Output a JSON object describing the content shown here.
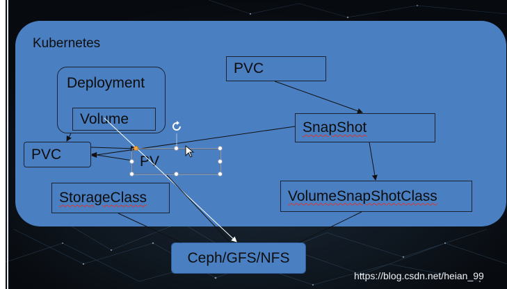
{
  "diagram": {
    "container_label": "Kubernetes",
    "deployment": {
      "label": "Deployment",
      "volume_label": "Volume"
    },
    "nodes": {
      "pvc_top": "PVC",
      "snapshot": "SnapShot",
      "pvc_left": "PVC",
      "pv": "PV",
      "storage_class": "StorageClass",
      "volume_snapshot_class": "VolumeSnapShotClass",
      "storage_backend": "Ceph/GFS/NFS"
    },
    "edges": [
      {
        "from": "PVC",
        "to": "SnapShot"
      },
      {
        "from": "SnapShot",
        "to": "VolumeSnapShotClass"
      },
      {
        "from": "SnapShot",
        "to": "PVC (left)"
      },
      {
        "from": "PV",
        "to": "PVC (left)"
      },
      {
        "from": "PVC (left)",
        "to": "PV"
      },
      {
        "from": "Volume",
        "to": "Ceph/GFS/NFS"
      },
      {
        "from": "StorageClass",
        "to": "Ceph/GFS/NFS"
      },
      {
        "from": "VolumeSnapShotClass",
        "to": "Ceph/GFS/NFS"
      }
    ]
  },
  "watermark": "https://blog.csdn.net/heian_99",
  "colors": {
    "panel": "#4a7fc2",
    "border": "#1c2230",
    "background": "#0b0f14",
    "spellcheck_underline": "#d9372f",
    "selection_handle_active": "#f2a541"
  }
}
